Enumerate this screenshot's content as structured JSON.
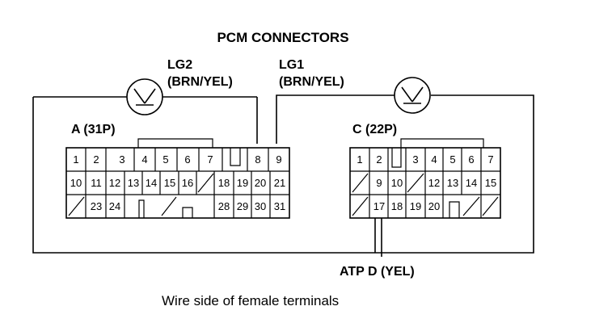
{
  "title": "PCM CONNECTORS",
  "caption": "Wire side of female terminals",
  "probes": {
    "lg2": {
      "line1": "LG2",
      "line2": "(BRN/YEL)"
    },
    "lg1": {
      "line1": "LG1",
      "line2": "(BRN/YEL)"
    },
    "atp": "ATP D (YEL)"
  },
  "connector_a": {
    "label": "A (31P)",
    "pins": [
      "1",
      "2",
      "3",
      "4",
      "5",
      "6",
      "7",
      "8",
      "9",
      "10",
      "11",
      "12",
      "13",
      "14",
      "15",
      "16",
      "18",
      "19",
      "20",
      "21",
      "23",
      "24",
      "28",
      "29",
      "30",
      "31"
    ]
  },
  "connector_c": {
    "label": "C (22P)",
    "pins": [
      "1",
      "2",
      "3",
      "4",
      "5",
      "6",
      "7",
      "9",
      "10",
      "12",
      "13",
      "14",
      "15",
      "17",
      "18",
      "19",
      "20"
    ]
  },
  "icons": [
    "voltmeter-icon",
    "voltmeter-icon"
  ]
}
